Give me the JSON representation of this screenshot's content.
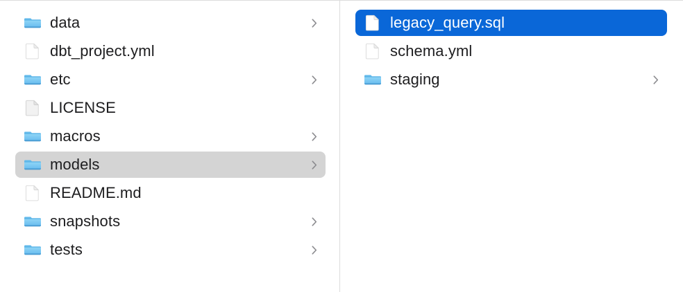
{
  "window": {
    "view_mode": "column",
    "background_color": "#ffffff",
    "divider_color": "#dcdcdc",
    "selection_color": "#0a67d8",
    "focus_ring_color": "#d4d4d4",
    "text_color": "#1d1d1f",
    "chevron_color": "#8a8a8e",
    "folder_color": "#6ec2f0"
  },
  "columns": [
    {
      "name": "parent-column",
      "items": [
        {
          "label": "data",
          "icon": "folder-icon",
          "kind": "folder",
          "has_chevron": true,
          "state": "normal"
        },
        {
          "label": "dbt_project.yml",
          "icon": "document-icon",
          "kind": "file",
          "has_chevron": false,
          "state": "normal"
        },
        {
          "label": "etc",
          "icon": "folder-icon",
          "kind": "folder",
          "has_chevron": true,
          "state": "normal"
        },
        {
          "label": "LICENSE",
          "icon": "plain-document-icon",
          "kind": "file",
          "has_chevron": false,
          "state": "normal"
        },
        {
          "label": "macros",
          "icon": "folder-icon",
          "kind": "folder",
          "has_chevron": true,
          "state": "normal"
        },
        {
          "label": "models",
          "icon": "folder-icon",
          "kind": "folder",
          "has_chevron": true,
          "state": "selected-gray"
        },
        {
          "label": "README.md",
          "icon": "document-icon",
          "kind": "file",
          "has_chevron": false,
          "state": "normal"
        },
        {
          "label": "snapshots",
          "icon": "folder-icon",
          "kind": "folder",
          "has_chevron": true,
          "state": "normal"
        },
        {
          "label": "tests",
          "icon": "folder-icon",
          "kind": "folder",
          "has_chevron": true,
          "state": "normal"
        }
      ]
    },
    {
      "name": "child-column",
      "items": [
        {
          "label": "legacy_query.sql",
          "icon": "document-icon",
          "kind": "file",
          "has_chevron": false,
          "state": "selected-blue"
        },
        {
          "label": "schema.yml",
          "icon": "document-icon",
          "kind": "file",
          "has_chevron": false,
          "state": "normal"
        },
        {
          "label": "staging",
          "icon": "folder-icon",
          "kind": "folder",
          "has_chevron": true,
          "state": "normal"
        }
      ]
    }
  ]
}
